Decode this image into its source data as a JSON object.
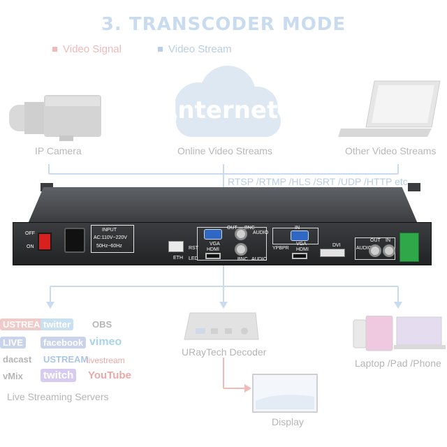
{
  "title": "3. TRANSCODER MODE",
  "legend": [
    {
      "label": "Video Signal",
      "color": "#f2b9b9"
    },
    {
      "label": "Video Stream",
      "color": "#b9cfe6"
    }
  ],
  "sources": {
    "camera": "IP Camera",
    "cloud_label": "Online Video Streams",
    "cloud_text": "Internet",
    "laptop": "Other Video Streams"
  },
  "protocols": "RTSP /RTMP /HLS /SRT /UDP /HTTP etc.",
  "device": {
    "off": "OFF",
    "on": "ON",
    "input_title": "INPUT",
    "input_ac": "AC:110V~220V",
    "input_freq": "50Hz~60Hz",
    "eth": "ETH",
    "rst": "RST",
    "led": "LED",
    "out": "OUT",
    "in": "IN",
    "vga": "VGA",
    "hdmi": "HDMI",
    "bnc": "BNC",
    "audio": "AUDIO",
    "ypbpr": "YPBPR",
    "dvi": "DVI",
    "audio_in": "AUDIO"
  },
  "logos": [
    {
      "text": "USTREAM",
      "color": "#e9a9a9"
    },
    {
      "text": "twitter",
      "color": "#a9cfe9"
    },
    {
      "text": "OBS",
      "color": "#b5b5b5"
    },
    {
      "text": "LIVE",
      "color": "#e9a9a9"
    },
    {
      "text": "facebook",
      "color": "#a9bce0"
    },
    {
      "text": "vimeo",
      "color": "#a9d4ea"
    },
    {
      "text": "dacast",
      "color": "#b5b5b5"
    },
    {
      "text": "USTREAM",
      "color": "#a9c6e6"
    },
    {
      "text": "livestream",
      "color": "#e9a9a9"
    },
    {
      "text": "vMix",
      "color": "#b5b5b5"
    },
    {
      "text": "twitch",
      "color": "#c2b0e6"
    },
    {
      "text": "YouTube",
      "color": "#e9a9a9"
    }
  ],
  "outputs": {
    "servers": "Live Streaming Servers",
    "decoder": "URayTech Decoder",
    "display": "Display",
    "devices": "Laptop /Pad /Phone"
  }
}
